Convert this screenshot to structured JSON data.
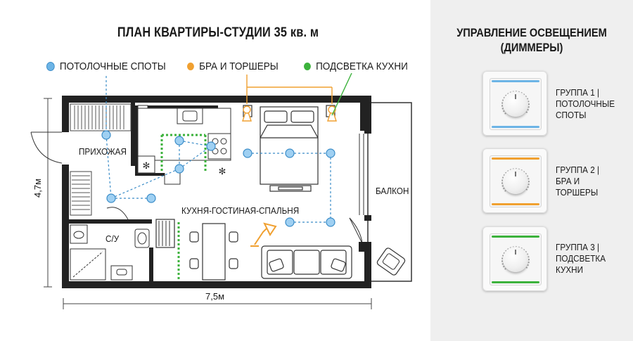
{
  "plan": {
    "title": "ПЛАН КВАРТИРЫ-СТУДИИ 35 кв. м",
    "legend": [
      {
        "label": "ПОТОЛОЧНЫЕ СПОТЫ",
        "color": "#6cb4e6"
      },
      {
        "label": "БРА И ТОРШЕРЫ",
        "color": "#f0a030"
      },
      {
        "label": "ПОДСВЕТКА КУХНИ",
        "color": "#3cb23c"
      }
    ],
    "rooms": {
      "hall": "ПРИХОЖАЯ",
      "bathroom": "С/У",
      "studio": "КУХНЯ-ГОСТИНАЯ-СПАЛЬНЯ",
      "balcony": "БАЛКОН"
    },
    "dimensions": {
      "height": "4,7м",
      "width": "7,5м"
    }
  },
  "panel": {
    "title": "УПРАВЛЕНИЕ ОСВЕЩЕНИЕМ\n(ДИММЕРЫ)",
    "dimmers": [
      {
        "label": "ГРУППА 1 |\nПОТОЛОЧНЫЕ\nСПОТЫ",
        "color": "#6cb4e6"
      },
      {
        "label": "ГРУППА 2 |\nБРА И\nТОРШЕРЫ",
        "color": "#f0a030"
      },
      {
        "label": "ГРУППА 3 |\nПОДСВЕТКА\nКУХНИ",
        "color": "#3cb23c"
      }
    ]
  }
}
